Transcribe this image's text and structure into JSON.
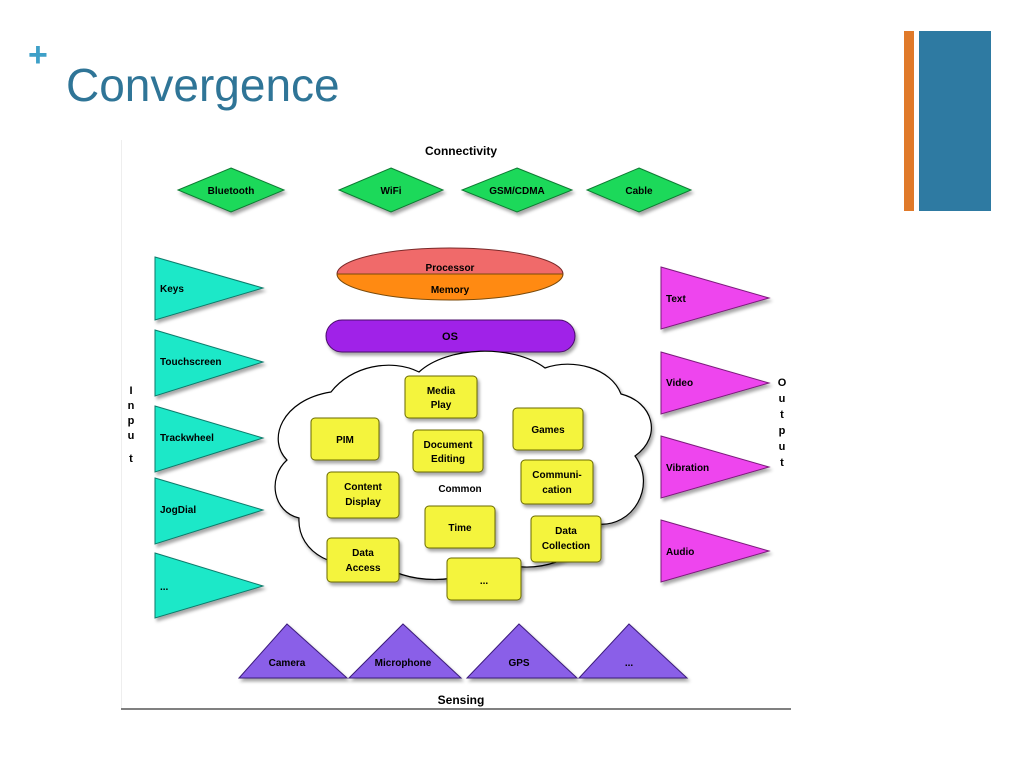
{
  "slide": {
    "plus": "+",
    "title": "Convergence"
  },
  "colors": {
    "title": "#2f7597",
    "plus": "#3ea0c8",
    "accent_orange": "#e07a2a",
    "accent_blue": "#2e7aa2",
    "connectivity_fill": "#1fd95a",
    "input_fill": "#1ee8c8",
    "output_fill": "#ee44ee",
    "sensing_fill": "#8a5ee8",
    "processor_fill": "#f06a6a",
    "memory_fill": "#ff8a12",
    "os_fill": "#a020e8",
    "app_fill": "#f4f43c"
  },
  "diagram": {
    "connectivity": {
      "label": "Connectivity",
      "items": [
        "Bluetooth",
        "WiFi",
        "GSM/CDMA",
        "Cable"
      ]
    },
    "core": {
      "processor": "Processor",
      "memory": "Memory",
      "os": "OS"
    },
    "input": {
      "label": [
        "I",
        "n",
        "p",
        "u",
        "t"
      ],
      "items": [
        "Keys",
        "Touchscreen",
        "Trackwheel",
        "JogDial",
        "..."
      ]
    },
    "output": {
      "label": [
        "O",
        "u",
        "t",
        "p",
        "u",
        "t"
      ],
      "items": [
        "Text",
        "Video",
        "Vibration",
        "Audio"
      ]
    },
    "common": {
      "label": "Common",
      "apps": {
        "media_play": [
          "Media",
          "Play"
        ],
        "pim": [
          "PIM"
        ],
        "document_editing": [
          "Document",
          "Editing"
        ],
        "games": [
          "Games"
        ],
        "communication": [
          "Communi-",
          "cation"
        ],
        "content_display": [
          "Content",
          "Display"
        ],
        "time": [
          "Time"
        ],
        "data_collection": [
          "Data",
          "Collection"
        ],
        "data_access": [
          "Data",
          "Access"
        ],
        "more": [
          "..."
        ]
      }
    },
    "sensing": {
      "label": "Sensing",
      "items": [
        "Camera",
        "Microphone",
        "GPS",
        "..."
      ]
    }
  }
}
